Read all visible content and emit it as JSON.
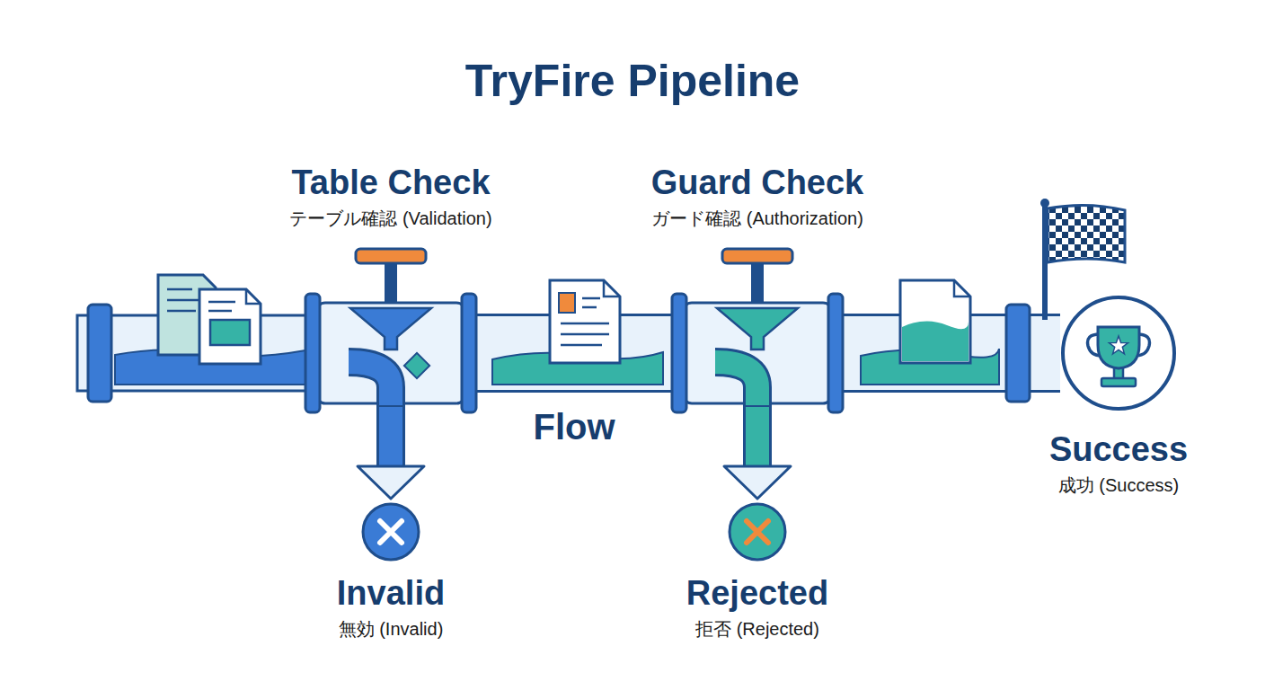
{
  "diagram": {
    "title": "TryFire Pipeline",
    "nodes": [
      {
        "text": [
          "Table Check",
          "テーブル確認 (Validation)"
        ]
      },
      {
        "text": [
          "Guard Check",
          "ガード確認 (Authorization)"
        ]
      },
      {
        "text": [
          "Invalid",
          "無効 (Invalid)"
        ]
      },
      {
        "text": [
          "Rejected",
          "拒否 (Rejected)"
        ]
      },
      {
        "text": [
          "Success",
          "成功 (Success)"
        ]
      }
    ],
    "edges": [
      {
        "from": 0,
        "to": 1,
        "label": "Flow",
        "arrow": "none"
      },
      {
        "from": 1,
        "to": 4,
        "arrow": "none"
      },
      {
        "from": 0,
        "to": 2,
        "arrow": "to"
      },
      {
        "from": 1,
        "to": 3,
        "arrow": "to"
      }
    ]
  }
}
